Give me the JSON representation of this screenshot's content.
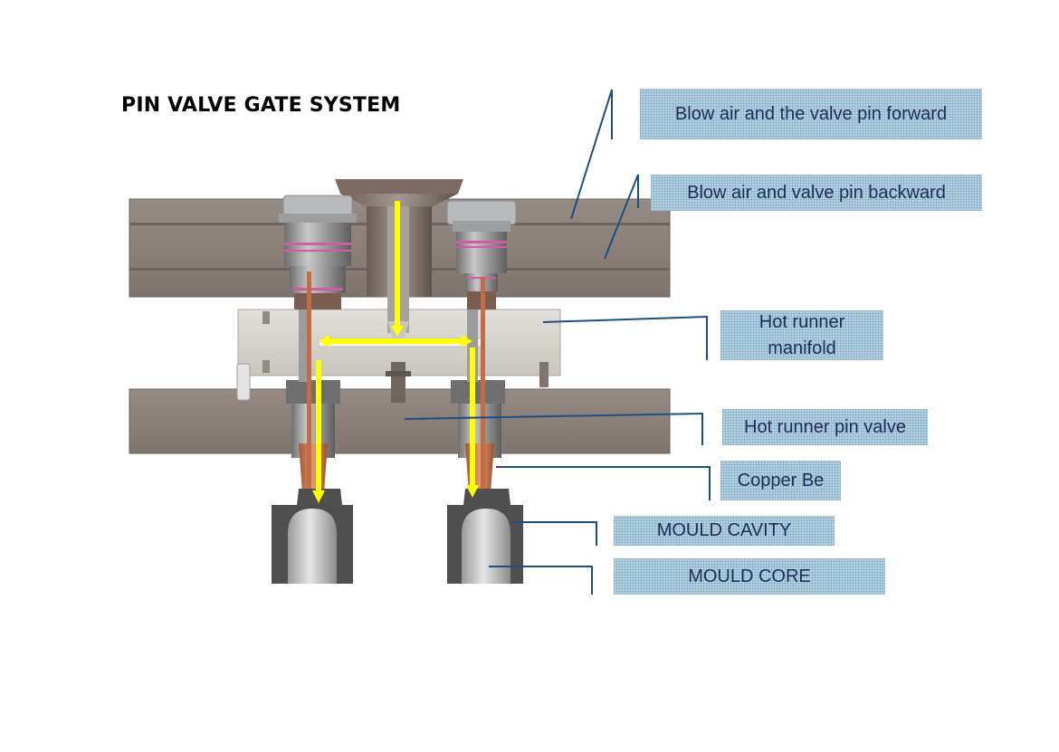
{
  "title": "PIN VALVE GATE SYSTEM",
  "labels": {
    "blow_forward": "Blow air and the valve  pin forward",
    "blow_backward": "Blow air and valve pin backward",
    "manifold_line1": "Hot runner",
    "manifold_line2": "manifold",
    "pin_valve": "Hot runner pin valve",
    "copper": "Copper Be",
    "mould_cavity": "MOULD CAVITY",
    "mould_core": "MOULD CORE"
  },
  "colors": {
    "plate": "#8d827b",
    "manifold": "#d6d3cd",
    "flow_arrow": "#ffff00",
    "leader_line": "#1a4f86",
    "callout_fill": "#b4d2e2",
    "callout_text": "#1f2c5a",
    "copper": "#c9744a"
  }
}
